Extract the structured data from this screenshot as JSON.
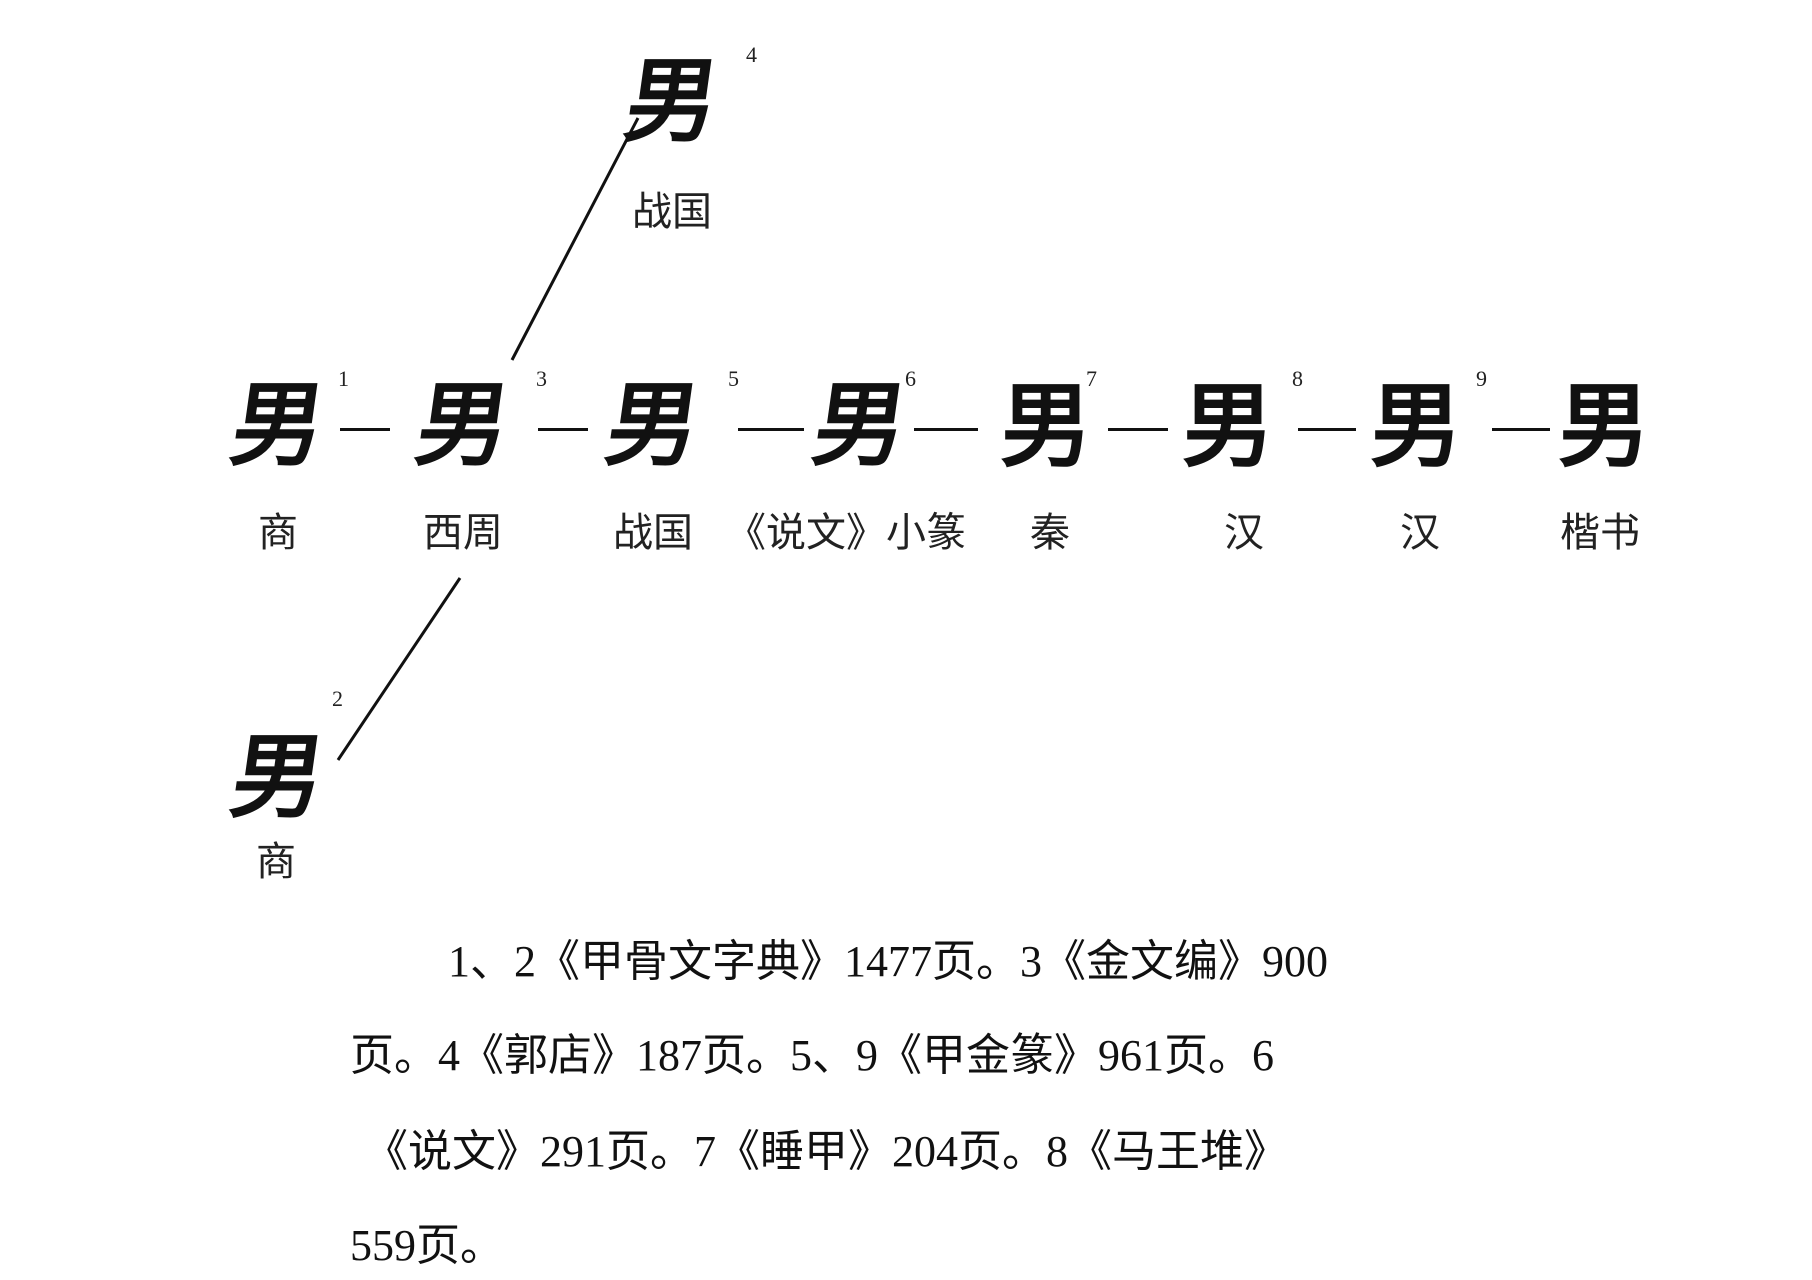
{
  "evolution": {
    "main_chain": [
      {
        "glyph": "男",
        "num": "1",
        "period": "商"
      },
      {
        "glyph": "男",
        "num": "3",
        "period": "西周"
      },
      {
        "glyph": "男",
        "num": "5",
        "period": "战国"
      },
      {
        "glyph": "男",
        "num": "6",
        "period": "《说文》小篆"
      },
      {
        "glyph": "男",
        "num": "7",
        "period": "秦"
      },
      {
        "glyph": "男",
        "num": "8",
        "period": "汉"
      },
      {
        "glyph": "男",
        "num": "9",
        "period": "汉"
      },
      {
        "glyph": "男",
        "num": "",
        "period": "楷书"
      }
    ],
    "branch_up": {
      "glyph": "男",
      "num": "4",
      "period": "战国"
    },
    "branch_down": {
      "glyph": "男",
      "num": "2",
      "period": "商"
    }
  },
  "citations": {
    "line1": "1、2《甲骨文字典》1477页。3《金文编》900",
    "line2": "页。4《郭店》187页。5、9《甲金篆》961页。6",
    "line3": "《说文》291页。7《睡甲》204页。8《马王堆》",
    "line4": "559页。"
  }
}
